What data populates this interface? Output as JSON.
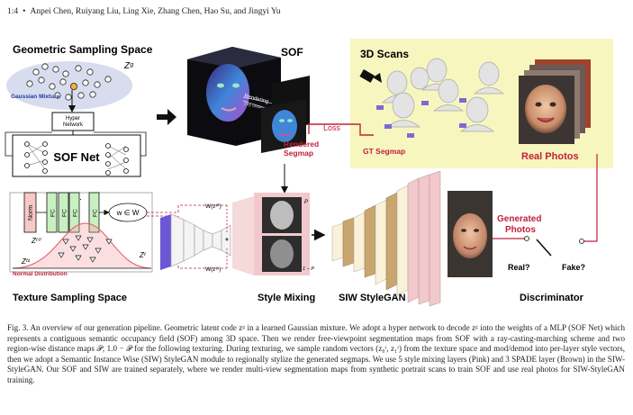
{
  "header": {
    "page_number": "1:4",
    "authors": "Anpei Chen, Ruiyang Liu, Ling Xie, Zhang Chen, Hao Su, and Jingyi Yu"
  },
  "figure": {
    "geometric_sampling_space": "Geometric Sampling Space",
    "zg_symbol": "Zᵍ",
    "gaussian_mixture": "Gaussian Mixture",
    "hyper_network": "Hyper\nNetwork",
    "sof_net": "SOF Net",
    "sof": "SOF",
    "rendering": "Rendering",
    "rendering_sub": "(ray casting)",
    "ellipsis": "···",
    "rendered_segmap": "Rendered\nSegmap",
    "loss": "Loss",
    "scans_3d": "3D Scans",
    "gt_segmap": "GT Segmap",
    "real_photos": "Real Photos",
    "norm": "Norm",
    "fc": "FC",
    "w_in_W": "w ∈ W",
    "zt0": "Zᵗ⁰",
    "zt1": "Zᵗ¹",
    "zt": "Zᵗ",
    "normal_distribution": "Normal Distribution",
    "texture_sampling_space": "Texture Sampling Space",
    "w_zt0": "W(zᵗ⁰)",
    "w_zt1": "W(zᵗ¹)",
    "style_mixing": "Style Mixing",
    "p": "P",
    "one_minus_p": "1 − P",
    "siw_stylegan": "SIW StyleGAN",
    "generated_photos": "Generated\nPhotos",
    "real_q": "Real?",
    "fake_q": "Fake?",
    "discriminator": "Discriminator"
  },
  "caption": "Fig. 3. An overview of our generation pipeline. Geometric latent code zᵍ in a learned Gaussian mixture. We adopt a hyper network to decode zᵍ into the weights of a MLP (SOF Net) which represents a contiguous semantic occupancy field (SOF) among 3D space. Then we render free-viewpoint segmentation maps from SOF with a ray-casting-marching scheme and two region-wise distance maps 𝒫, 1.0 − 𝒫 for the following texturing. During texturing, we sample random vectors (z₀ᵗ, z₁ᵗ) from the texture space and mod/demod into per-layer style vectors, then we adopt a Semantic Instance Wise (SIW) StyleGAN module to regionally stylize the generated segmaps. We use 5 style mixing layers (Pink) and 3 SPADE layer (Brown) in the SIW-StyleGAN. Our SOF and SIW are trained separately, where we render multi-view segmentation maps from synthetic portrait scans to train SOF and use real photos for SIW-StyleGAN training.",
  "colors": {
    "scan_panel_bg": "#f8f6bf",
    "accent_red": "#c0203a",
    "pink_layer": "#f1c9cc",
    "brown_layer": "#c9a56f",
    "green_block": "#c9f0c0",
    "norm_block": "#f6c9c4"
  }
}
